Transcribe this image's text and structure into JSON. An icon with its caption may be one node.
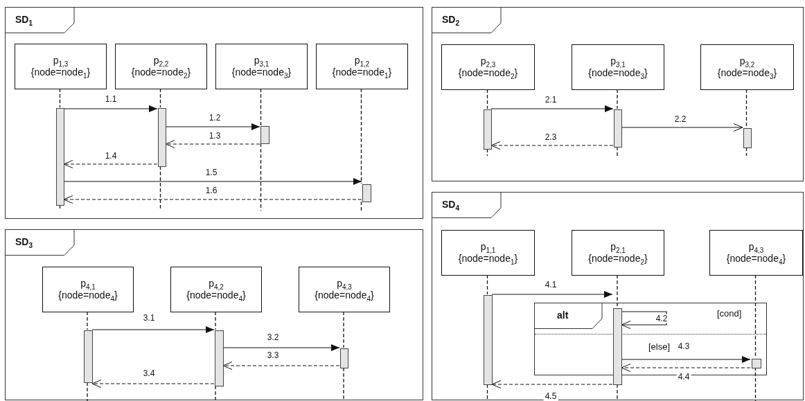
{
  "diagram": {
    "nodes": [
      {
        "text": [
          "SD$_{1}$"
        ]
      },
      {
        "text": [
          "p$_{1,3}$",
          "{node=node$_{1}$}"
        ],
        "in": 0
      },
      {
        "text": [
          "p$_{2,2}$",
          "{node=node$_{2}$}"
        ],
        "in": 0
      },
      {
        "text": [
          "p$_{3,1}$",
          "{node=node$_{3}$}"
        ],
        "in": 0
      },
      {
        "text": [
          "p$_{1,2}$",
          "{node=node$_{1}$}"
        ],
        "in": 0
      },
      {
        "text": [],
        "shape": "bar",
        "in": 0
      },
      {
        "text": [],
        "shape": "bar",
        "in": 0
      },
      {
        "text": [],
        "shape": "bar",
        "in": 0
      },
      {
        "text": [],
        "shape": "bar",
        "in": 0
      },
      {
        "text": [
          "SD$_{2}$"
        ]
      },
      {
        "text": [
          "p$_{2,3}$",
          "{node=node$_{2}$}"
        ],
        "in": 9
      },
      {
        "text": [
          "p$_{3,1}$",
          "{node=node$_{3}$}"
        ],
        "in": 9
      },
      {
        "text": [
          "p$_{3,2}$",
          "{node=node$_{3}$}"
        ],
        "in": 9
      },
      {
        "text": [],
        "shape": "bar",
        "in": 9
      },
      {
        "text": [],
        "shape": "bar",
        "in": 9
      },
      {
        "text": [],
        "shape": "bar",
        "in": 9
      },
      {
        "text": [
          "SD$_{3}$"
        ]
      },
      {
        "text": [
          "p$_{4,1}$",
          "{node=node$_{4}$}"
        ],
        "in": 16
      },
      {
        "text": [
          "p$_{4,2}$",
          "{node=node$_{4}$}"
        ],
        "in": 16
      },
      {
        "text": [
          "p$_{4,3}$",
          "{node=node$_{4}$}"
        ],
        "in": 16
      },
      {
        "text": [],
        "shape": "bar",
        "in": 16
      },
      {
        "text": [],
        "shape": "bar",
        "in": 16
      },
      {
        "text": [],
        "shape": "bar",
        "in": 16
      },
      {
        "text": [
          "SD$_{4}$"
        ]
      },
      {
        "text": [
          "p$_{1,1}$",
          "{node=node$_{1}$}"
        ],
        "in": 23
      },
      {
        "text": [
          "p$_{2,1}$",
          "{node=node$_{2}$}"
        ],
        "in": 23
      },
      {
        "text": [
          "p$_{4,3}$",
          "{node=node$_{4}$}"
        ],
        "in": 23
      },
      {
        "text": [],
        "shape": "bar",
        "in": 23
      },
      {
        "text": [],
        "shape": "bar",
        "in": 23
      },
      {
        "text": [
          "alt",
          "[cond]",
          "[else]"
        ],
        "in": 23
      },
      {
        "text": [],
        "shape": "bar",
        "in": 29
      }
    ],
    "edges": [
      {
        "from": 5,
        "to": 6,
        "arrow": "to",
        "label": "1.1"
      },
      {
        "from": 6,
        "to": 7,
        "arrow": "to",
        "label": "1.2"
      },
      {
        "from": 7,
        "to": 6,
        "arrow": "to",
        "label": "1.3",
        "style": "dashed"
      },
      {
        "from": 6,
        "to": 5,
        "arrow": "to",
        "label": "1.4",
        "style": "dashed"
      },
      {
        "from": 5,
        "to": 8,
        "arrow": "to",
        "label": "1.5"
      },
      {
        "from": 8,
        "to": 5,
        "arrow": "to",
        "label": "1.6",
        "style": "dashed"
      },
      {
        "from": 13,
        "to": 14,
        "arrow": "to",
        "label": "2.1"
      },
      {
        "from": 14,
        "to": 15,
        "arrow": "to",
        "label": "2.2"
      },
      {
        "from": 14,
        "to": 13,
        "arrow": "to",
        "label": "2.3",
        "style": "dashed"
      },
      {
        "from": 20,
        "to": 21,
        "arrow": "to",
        "label": "3.1"
      },
      {
        "from": 21,
        "to": 22,
        "arrow": "to",
        "label": "3.2"
      },
      {
        "from": 22,
        "to": 21,
        "arrow": "to",
        "label": "3.3",
        "style": "dashed"
      },
      {
        "from": 21,
        "to": 20,
        "arrow": "to",
        "label": "3.4",
        "style": "dashed"
      },
      {
        "from": 27,
        "to": 28,
        "arrow": "to",
        "label": "4.1"
      },
      {
        "from": 28,
        "to": 28,
        "arrow": "to",
        "label": "4.2"
      },
      {
        "from": 28,
        "to": 30,
        "arrow": "to",
        "label": "4.3"
      },
      {
        "from": 30,
        "to": 28,
        "arrow": "to",
        "label": "4.4",
        "style": "dashed"
      },
      {
        "from": 28,
        "to": 27,
        "arrow": "to",
        "label": "4.5",
        "style": "dashed"
      },
      {
        "from": 1,
        "to": 5,
        "arrow": "none",
        "style": "dashed"
      },
      {
        "from": 2,
        "to": 6,
        "arrow": "none",
        "style": "dashed"
      },
      {
        "from": 3,
        "to": 7,
        "arrow": "none",
        "style": "dashed"
      },
      {
        "from": 4,
        "to": 8,
        "arrow": "none",
        "style": "dashed"
      },
      {
        "from": 10,
        "to": 13,
        "arrow": "none",
        "style": "dashed"
      },
      {
        "from": 11,
        "to": 14,
        "arrow": "none",
        "style": "dashed"
      },
      {
        "from": 12,
        "to": 15,
        "arrow": "none",
        "style": "dashed"
      },
      {
        "from": 17,
        "to": 20,
        "arrow": "none",
        "style": "dashed"
      },
      {
        "from": 18,
        "to": 21,
        "arrow": "none",
        "style": "dashed"
      },
      {
        "from": 19,
        "to": 22,
        "arrow": "none",
        "style": "dashed"
      },
      {
        "from": 24,
        "to": 27,
        "arrow": "none",
        "style": "dashed"
      },
      {
        "from": 25,
        "to": 28,
        "arrow": "none",
        "style": "dashed"
      },
      {
        "from": 26,
        "to": 30,
        "arrow": "none",
        "style": "dashed"
      }
    ]
  }
}
